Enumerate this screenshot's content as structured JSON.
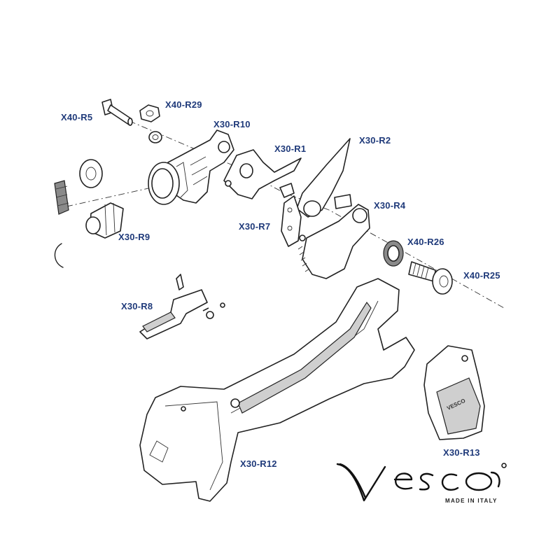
{
  "parts": [
    {
      "id": "x40-r5",
      "label": "X40-R5"
    },
    {
      "id": "x40-r29",
      "label": "X40-R29"
    },
    {
      "id": "x30-r10",
      "label": "X30-R10"
    },
    {
      "id": "x30-r1",
      "label": "X30-R1"
    },
    {
      "id": "x30-r2",
      "label": "X30-R2"
    },
    {
      "id": "x30-r4",
      "label": "X30-R4"
    },
    {
      "id": "x30-r7",
      "label": "X30-R7"
    },
    {
      "id": "x30-r9",
      "label": "X30-R9"
    },
    {
      "id": "x40-r26",
      "label": "X40-R26"
    },
    {
      "id": "x40-r25",
      "label": "X40-R25"
    },
    {
      "id": "x30-r8",
      "label": "X30-R8"
    },
    {
      "id": "x30-r12",
      "label": "X30-R12"
    },
    {
      "id": "x30-r13",
      "label": "X30-R13"
    }
  ],
  "logo": {
    "wordmark": "Vesco",
    "tagline": "MADE IN ITALY"
  },
  "colors": {
    "label": "#1f3a7a",
    "line": "#222222",
    "shade": "#cfcfcf"
  }
}
